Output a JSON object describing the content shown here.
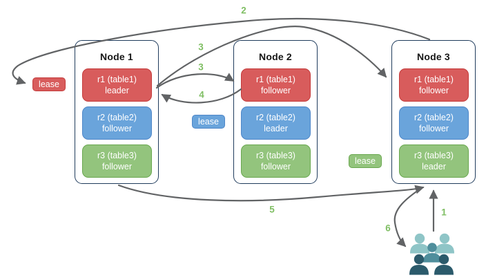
{
  "nodes": [
    {
      "title": "Node 1",
      "replicas": [
        {
          "line1": "r1 (table1)",
          "line2": "leader",
          "color": "red"
        },
        {
          "line1": "r2 (table2)",
          "line2": "follower",
          "color": "blue"
        },
        {
          "line1": "r3 (table3)",
          "line2": "follower",
          "color": "green"
        }
      ]
    },
    {
      "title": "Node 2",
      "replicas": [
        {
          "line1": "r1 (table1)",
          "line2": "follower",
          "color": "red"
        },
        {
          "line1": "r2 (table2)",
          "line2": "leader",
          "color": "blue"
        },
        {
          "line1": "r3 (table3)",
          "line2": "follower",
          "color": "green"
        }
      ]
    },
    {
      "title": "Node 3",
      "replicas": [
        {
          "line1": "r1 (table1)",
          "line2": "follower",
          "color": "red"
        },
        {
          "line1": "r2 (table2)",
          "line2": "follower",
          "color": "blue"
        },
        {
          "line1": "r3 (table3)",
          "line2": "leader",
          "color": "green"
        }
      ]
    }
  ],
  "leases": [
    {
      "label": "lease",
      "color": "red"
    },
    {
      "label": "lease",
      "color": "blue"
    },
    {
      "label": "lease",
      "color": "green"
    }
  ],
  "steps": {
    "s1": "1",
    "s2": "2",
    "s3a": "3",
    "s3b": "3",
    "s4": "4",
    "s5": "5",
    "s6": "6"
  },
  "icons": {
    "users": "users-group-icon"
  },
  "colors": {
    "red_fill": "#D85C5C",
    "red_border": "#C43B3B",
    "blue_fill": "#6AA4DB",
    "blue_border": "#4E86C8",
    "green_fill": "#93C47D",
    "green_border": "#69A74F",
    "node_border": "#1F3B5C",
    "arrow": "#616365",
    "step_label": "#7FBE63",
    "users_light": "#8FC5C7",
    "users_medium": "#4F8E9C",
    "users_dark": "#2B5A6B"
  }
}
